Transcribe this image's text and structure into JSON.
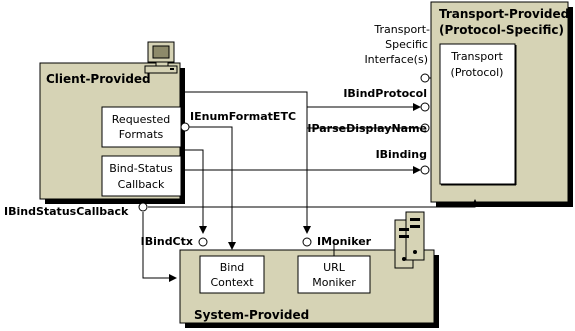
{
  "groups": {
    "client": "Client-Provided",
    "transport_title_1": "Transport-Provided",
    "transport_title_2": "(Protocol-Specific)",
    "system": "System-Provided"
  },
  "boxes": {
    "requested_formats": [
      "Requested",
      "Formats"
    ],
    "bind_status_callback": [
      "Bind-Status",
      "Callback"
    ],
    "transport_protocol": [
      "Transport",
      "(Protocol)"
    ],
    "bind_context": [
      "Bind",
      "Context"
    ],
    "url_moniker": [
      "URL",
      "Moniker"
    ]
  },
  "interfaces": {
    "transport_specific": [
      "Transport-",
      "Specific",
      "Interface(s)"
    ],
    "ibindprotocol": "IBindProtocol",
    "iparsedisplayname": "IParseDisplayName",
    "ibinding": "IBinding",
    "ienumformatetc": "IEnumFormatETC",
    "ibindstatuscallback": "IBindStatusCallback",
    "ibindctx": "IBindCtx",
    "imoniker": "IMoniker"
  },
  "icons": [
    "computer-icon",
    "computer-icon",
    "server-icon"
  ],
  "colors": {
    "panel_fill": "#d6d3b5",
    "box_fill": "#ffffff",
    "line": "#000000"
  }
}
